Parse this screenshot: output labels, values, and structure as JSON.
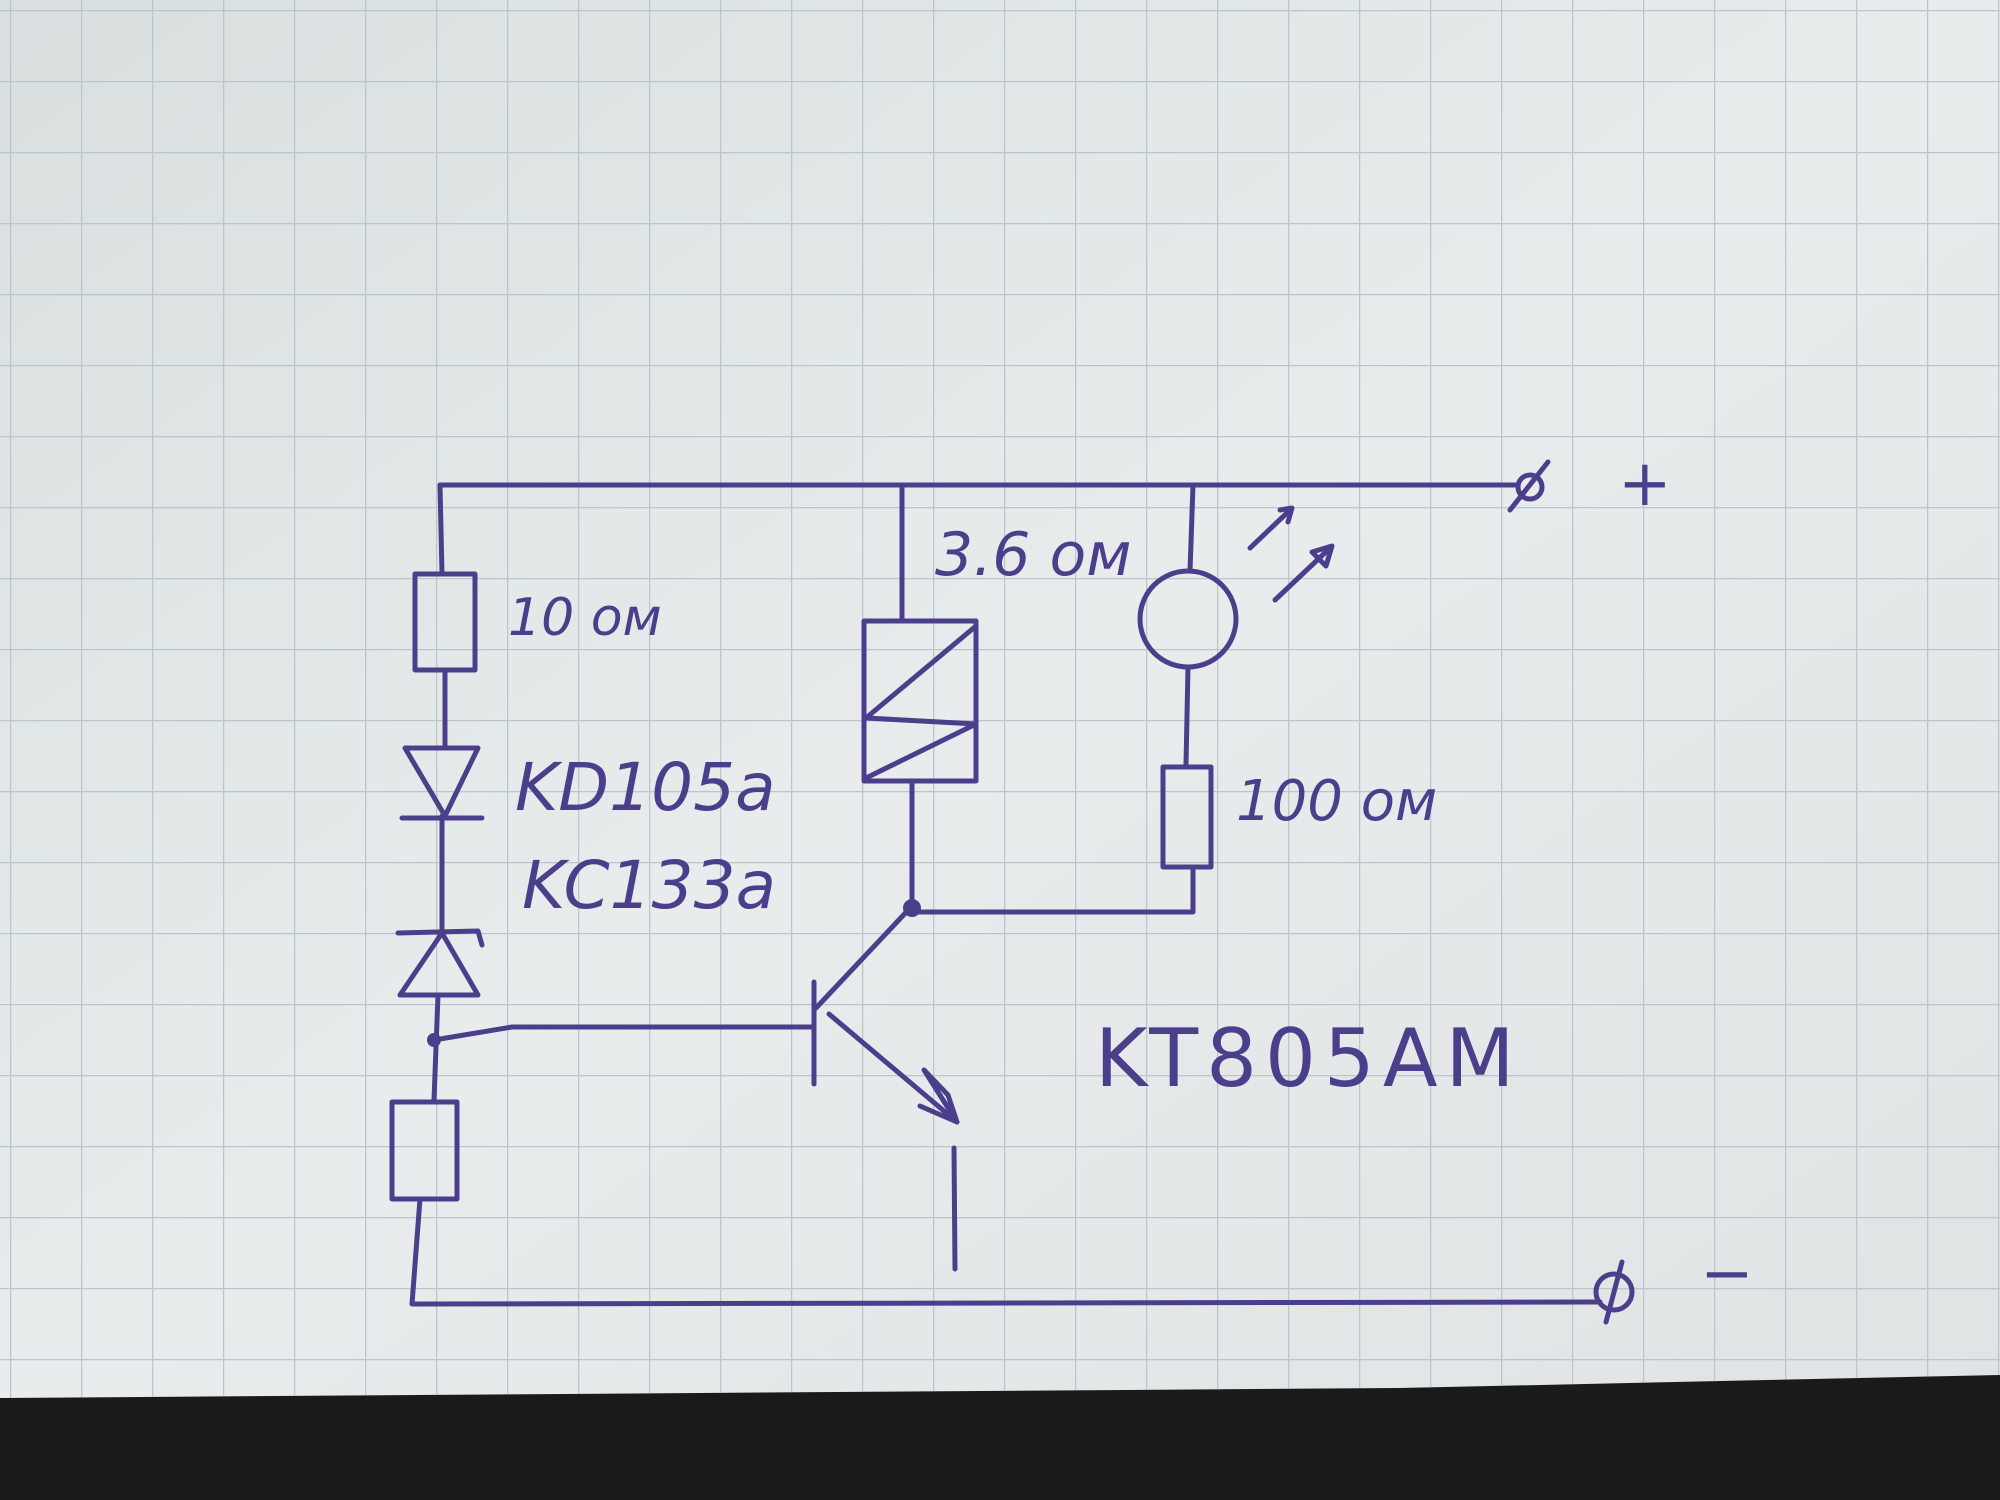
{
  "diagram": {
    "labels": {
      "resistor_top_left": "10 ом",
      "diode": "KD105a",
      "zener": "KC133a",
      "relay": "3.6 ом",
      "resistor_lamp": "100 ом",
      "transistor": "KT805AM",
      "positive_terminal": "+",
      "negative_terminal": "−"
    },
    "colors": {
      "ink": "#4b3f8c",
      "paper": "#e4e8e9",
      "grid": "#b9c6cc"
    }
  }
}
